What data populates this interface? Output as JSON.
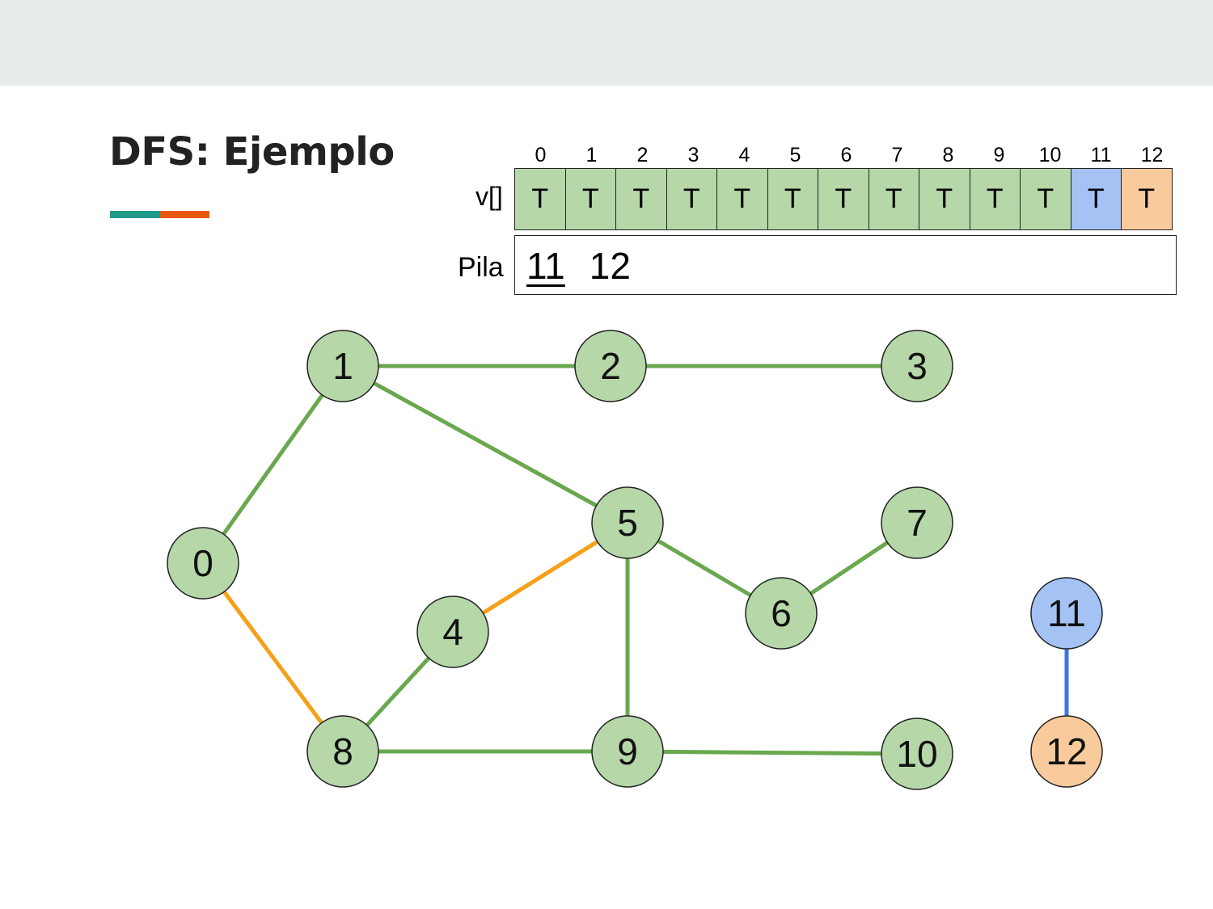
{
  "slide": {
    "title": "DFS: Ejemplo",
    "accent_colors": [
      "#1f9a8a",
      "#e8580c"
    ]
  },
  "array": {
    "label": "v[]",
    "indices": [
      "0",
      "1",
      "2",
      "3",
      "4",
      "5",
      "6",
      "7",
      "8",
      "9",
      "10",
      "11",
      "12"
    ],
    "values": [
      "T",
      "T",
      "T",
      "T",
      "T",
      "T",
      "T",
      "T",
      "T",
      "T",
      "T",
      "T",
      "T"
    ],
    "cell_colors": [
      "#b6d7a8",
      "#b6d7a8",
      "#b6d7a8",
      "#b6d7a8",
      "#b6d7a8",
      "#b6d7a8",
      "#b6d7a8",
      "#b6d7a8",
      "#b6d7a8",
      "#b6d7a8",
      "#b6d7a8",
      "#a4c2f4",
      "#f9cb9c"
    ]
  },
  "stack": {
    "label": "Pila",
    "items": [
      "11",
      "12"
    ],
    "underlined_index": 0
  },
  "colors": {
    "node_visited": "#b6d7a8",
    "node_current": "#a4c2f4",
    "node_next": "#f9cb9c",
    "edge_green": "#6aa84f",
    "edge_orange": "#f6a01a",
    "edge_blue": "#3c78d8"
  },
  "graph": {
    "nodes": [
      {
        "id": "0",
        "label": "0"
      },
      {
        "id": "1",
        "label": "1"
      },
      {
        "id": "2",
        "label": "2"
      },
      {
        "id": "3",
        "label": "3"
      },
      {
        "id": "4",
        "label": "4"
      },
      {
        "id": "5",
        "label": "5"
      },
      {
        "id": "6",
        "label": "6"
      },
      {
        "id": "7",
        "label": "7"
      },
      {
        "id": "8",
        "label": "8"
      },
      {
        "id": "9",
        "label": "9"
      },
      {
        "id": "10",
        "label": "10"
      },
      {
        "id": "11",
        "label": "11"
      },
      {
        "id": "12",
        "label": "12"
      }
    ],
    "edges": [
      {
        "from": "0",
        "to": "1",
        "color": "green"
      },
      {
        "from": "1",
        "to": "2",
        "color": "green"
      },
      {
        "from": "2",
        "to": "3",
        "color": "green"
      },
      {
        "from": "1",
        "to": "5",
        "color": "green"
      },
      {
        "from": "0",
        "to": "8",
        "color": "orange"
      },
      {
        "from": "4",
        "to": "5",
        "color": "orange"
      },
      {
        "from": "8",
        "to": "4",
        "color": "green"
      },
      {
        "from": "5",
        "to": "9",
        "color": "green"
      },
      {
        "from": "5",
        "to": "6",
        "color": "green"
      },
      {
        "from": "6",
        "to": "7",
        "color": "green"
      },
      {
        "from": "8",
        "to": "9",
        "color": "green"
      },
      {
        "from": "9",
        "to": "10",
        "color": "green"
      },
      {
        "from": "11",
        "to": "12",
        "color": "blue"
      }
    ]
  }
}
